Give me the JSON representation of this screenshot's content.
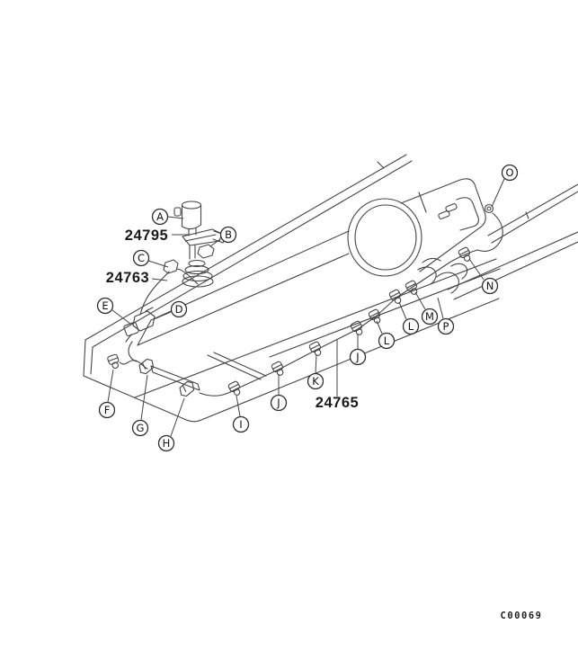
{
  "figure": {
    "code": "C00069",
    "background_color": "#ffffff",
    "line_color": "#444444",
    "description_labels": {
      "valve_assembly_part": "24795",
      "hose_part": "24763",
      "tube_part": "24765"
    }
  },
  "part_labels": [
    {
      "text": "24795"
    },
    {
      "text": "24763"
    },
    {
      "text": "24765"
    }
  ],
  "callouts": [
    {
      "letter": "A"
    },
    {
      "letter": "B"
    },
    {
      "letter": "C"
    },
    {
      "letter": "D"
    },
    {
      "letter": "E"
    },
    {
      "letter": "F"
    },
    {
      "letter": "G"
    },
    {
      "letter": "H"
    },
    {
      "letter": "I"
    },
    {
      "letter": "J"
    },
    {
      "letter": "K"
    },
    {
      "letter": "J"
    },
    {
      "letter": "L"
    },
    {
      "letter": "L"
    },
    {
      "letter": "M"
    },
    {
      "letter": "P"
    },
    {
      "letter": "N"
    },
    {
      "letter": "O"
    }
  ]
}
